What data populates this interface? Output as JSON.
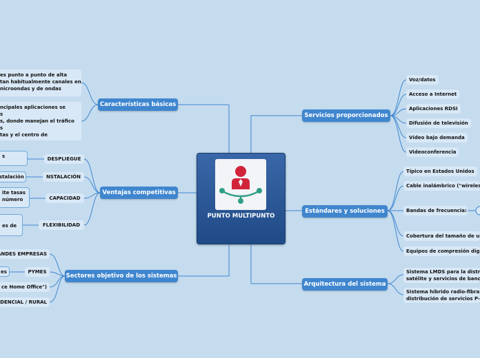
{
  "central": {
    "title": "PUNTO MULTIPUNTO",
    "icon": "network-person-icon",
    "colors": {
      "person": "#d1243a",
      "network": "#2e9e85",
      "box_top": "#3a67a8",
      "box_bottom": "#1f4a86"
    }
  },
  "colors": {
    "branch": "#3f86cf",
    "leaf_bg": "#d9e8f6",
    "line": "#3f86cf",
    "background": "#c5dcef"
  },
  "left": {
    "caracteristicas": {
      "label": "Características básicas",
      "leaves": [
        [
          "es punto a punto de alta",
          "tan habitualmente canales en",
          "nicroondas y de ondas"
        ],
        [
          "ncipales aplicaciones se",
          "s",
          "s, donde manejan el tráfico",
          "s",
          "tas y el centro de"
        ]
      ]
    },
    "ventajas": {
      "label": "Ventajas competitivas",
      "items": [
        {
          "tag": "DESPLIEGUE",
          "leaf": [
            "s"
          ]
        },
        {
          "tag": "NSTALACIÓN",
          "leaf": [
            "stalación"
          ]
        },
        {
          "tag": "CAPACIDAD",
          "leaf": [
            "ite tasas",
            "número"
          ]
        },
        {
          "tag": "FLEXIBILIDAD",
          "leaf": [
            "es de"
          ]
        }
      ]
    },
    "sectores": {
      "label": "Sectores objetivo de los sistemas",
      "items": [
        "ANDES EMPRESAS",
        "PYMES",
        "ce Home Office\")",
        "DENCIAL / RURAL"
      ],
      "pymes_leaf": "es"
    }
  },
  "right": {
    "servicios": {
      "label": "Servicios proporcionados",
      "items": [
        "Voz/datos",
        "Acceso a Internet",
        "Aplicaciones RDSI",
        "Difusión de televisión",
        "Vídeo bajo demanda",
        "Videoconferencia"
      ]
    },
    "estandares": {
      "label": "Estándares y soluciones",
      "items": [
        "Típico en Estados Unidos",
        "Cable inalámbrico (\"wireles",
        "Bandas de frecuencia:",
        "Cobertura del tamaño de un",
        "Equipos de compresión digi"
      ]
    },
    "arquitectura": {
      "label": "Arquitectura del sistema",
      "items": [
        [
          "Sistema LMDS para la distri",
          "satélite y servicios de banc"
        ],
        [
          "Sistema híbrido radio-fibra",
          "distribución de servicios P-"
        ]
      ]
    }
  }
}
